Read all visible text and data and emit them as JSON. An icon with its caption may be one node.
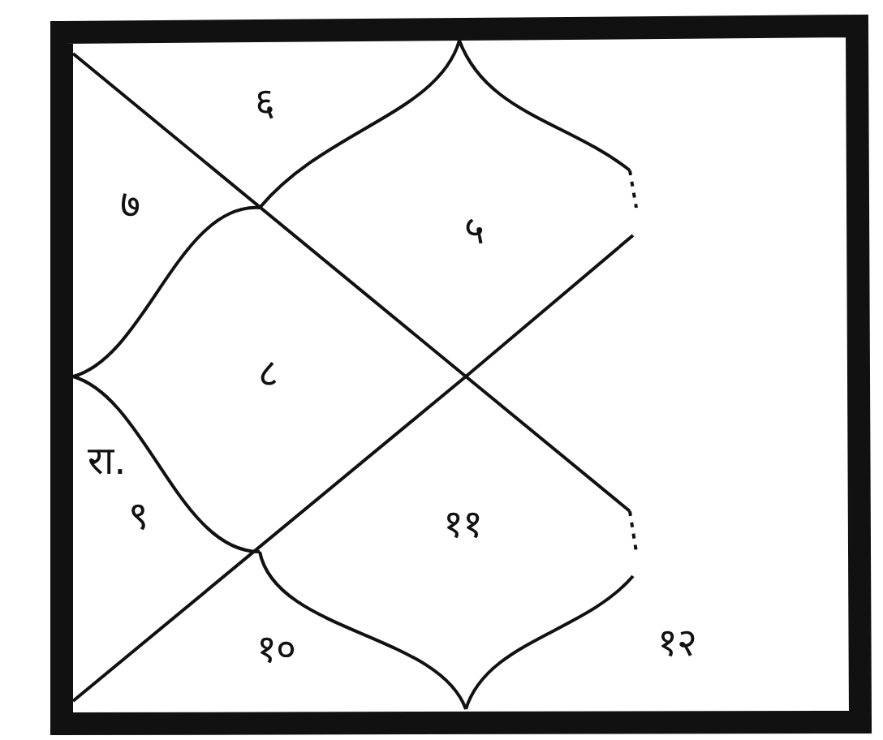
{
  "diagram": {
    "labels": [
      "६",
      "७",
      "५",
      "८",
      "रा.",
      "९",
      "११",
      "१०",
      "१२"
    ]
  }
}
